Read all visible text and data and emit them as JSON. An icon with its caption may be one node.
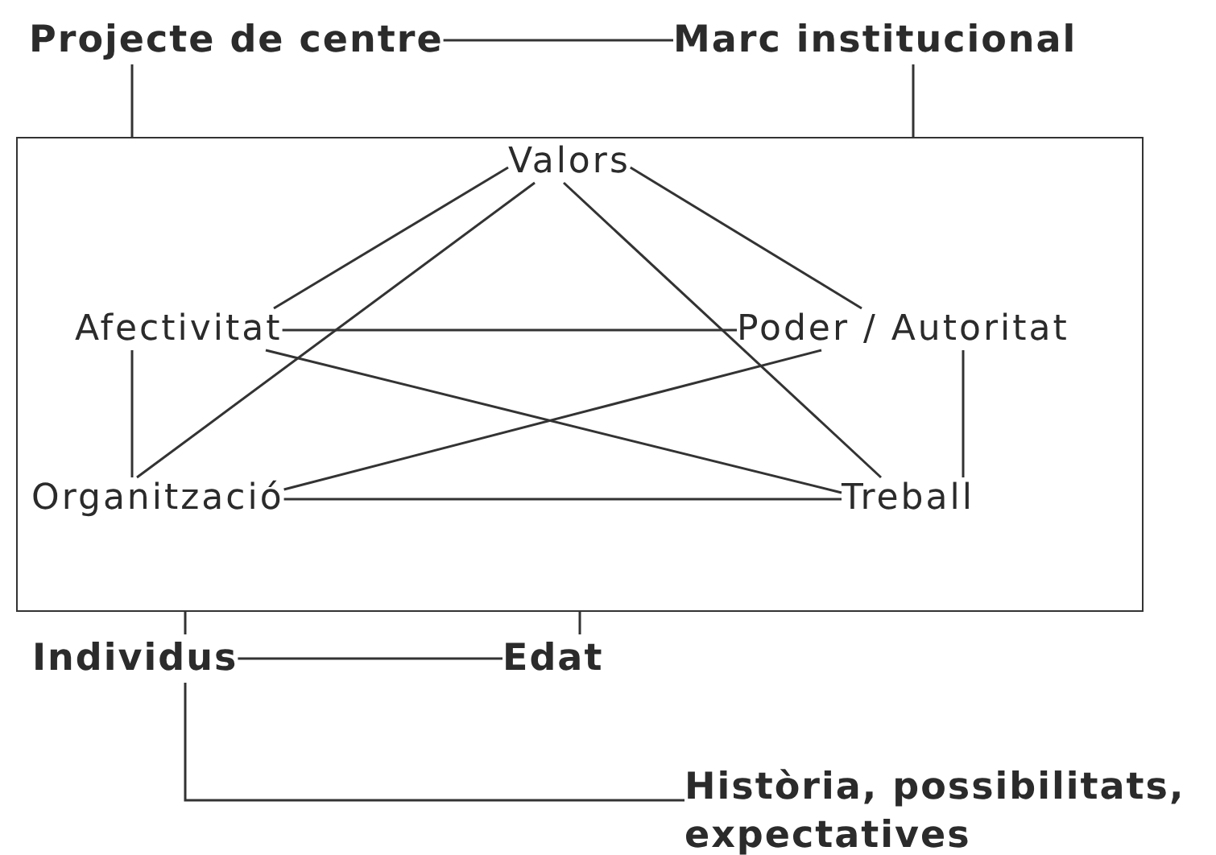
{
  "diagram": {
    "nodes": [
      {
        "text": [
          "Projecte de centre"
        ]
      },
      {
        "text": [
          "Marc institucional"
        ]
      },
      {
        "text": [],
        "shape": "box"
      },
      {
        "text": [
          "Valors"
        ],
        "in": 2
      },
      {
        "text": [
          "Afectivitat"
        ],
        "in": 2
      },
      {
        "text": [
          "Poder / Autoritat"
        ],
        "in": 2
      },
      {
        "text": [
          "Organització"
        ],
        "in": 2
      },
      {
        "text": [
          "Treball"
        ],
        "in": 2
      },
      {
        "text": [
          "Individus"
        ]
      },
      {
        "text": [
          "Edat"
        ]
      },
      {
        "text": [
          "Història, possibilitats, expectatives"
        ]
      }
    ],
    "edges": [
      {
        "from": 0,
        "to": 1,
        "arrow": "none"
      },
      {
        "from": 0,
        "to": 2,
        "arrow": "none"
      },
      {
        "from": 1,
        "to": 2,
        "arrow": "none"
      },
      {
        "from": 3,
        "to": 4,
        "arrow": "none"
      },
      {
        "from": 3,
        "to": 5,
        "arrow": "none"
      },
      {
        "from": 3,
        "to": 6,
        "arrow": "none"
      },
      {
        "from": 3,
        "to": 7,
        "arrow": "none"
      },
      {
        "from": 4,
        "to": 5,
        "arrow": "none"
      },
      {
        "from": 4,
        "to": 7,
        "arrow": "none"
      },
      {
        "from": 4,
        "to": 6,
        "arrow": "none"
      },
      {
        "from": 5,
        "to": 6,
        "arrow": "none"
      },
      {
        "from": 5,
        "to": 7,
        "arrow": "none"
      },
      {
        "from": 6,
        "to": 7,
        "arrow": "none"
      },
      {
        "from": 2,
        "to": 8,
        "arrow": "none"
      },
      {
        "from": 2,
        "to": 9,
        "arrow": "none"
      },
      {
        "from": 8,
        "to": 9,
        "arrow": "none"
      },
      {
        "from": 8,
        "to": 10,
        "arrow": "none"
      }
    ]
  }
}
